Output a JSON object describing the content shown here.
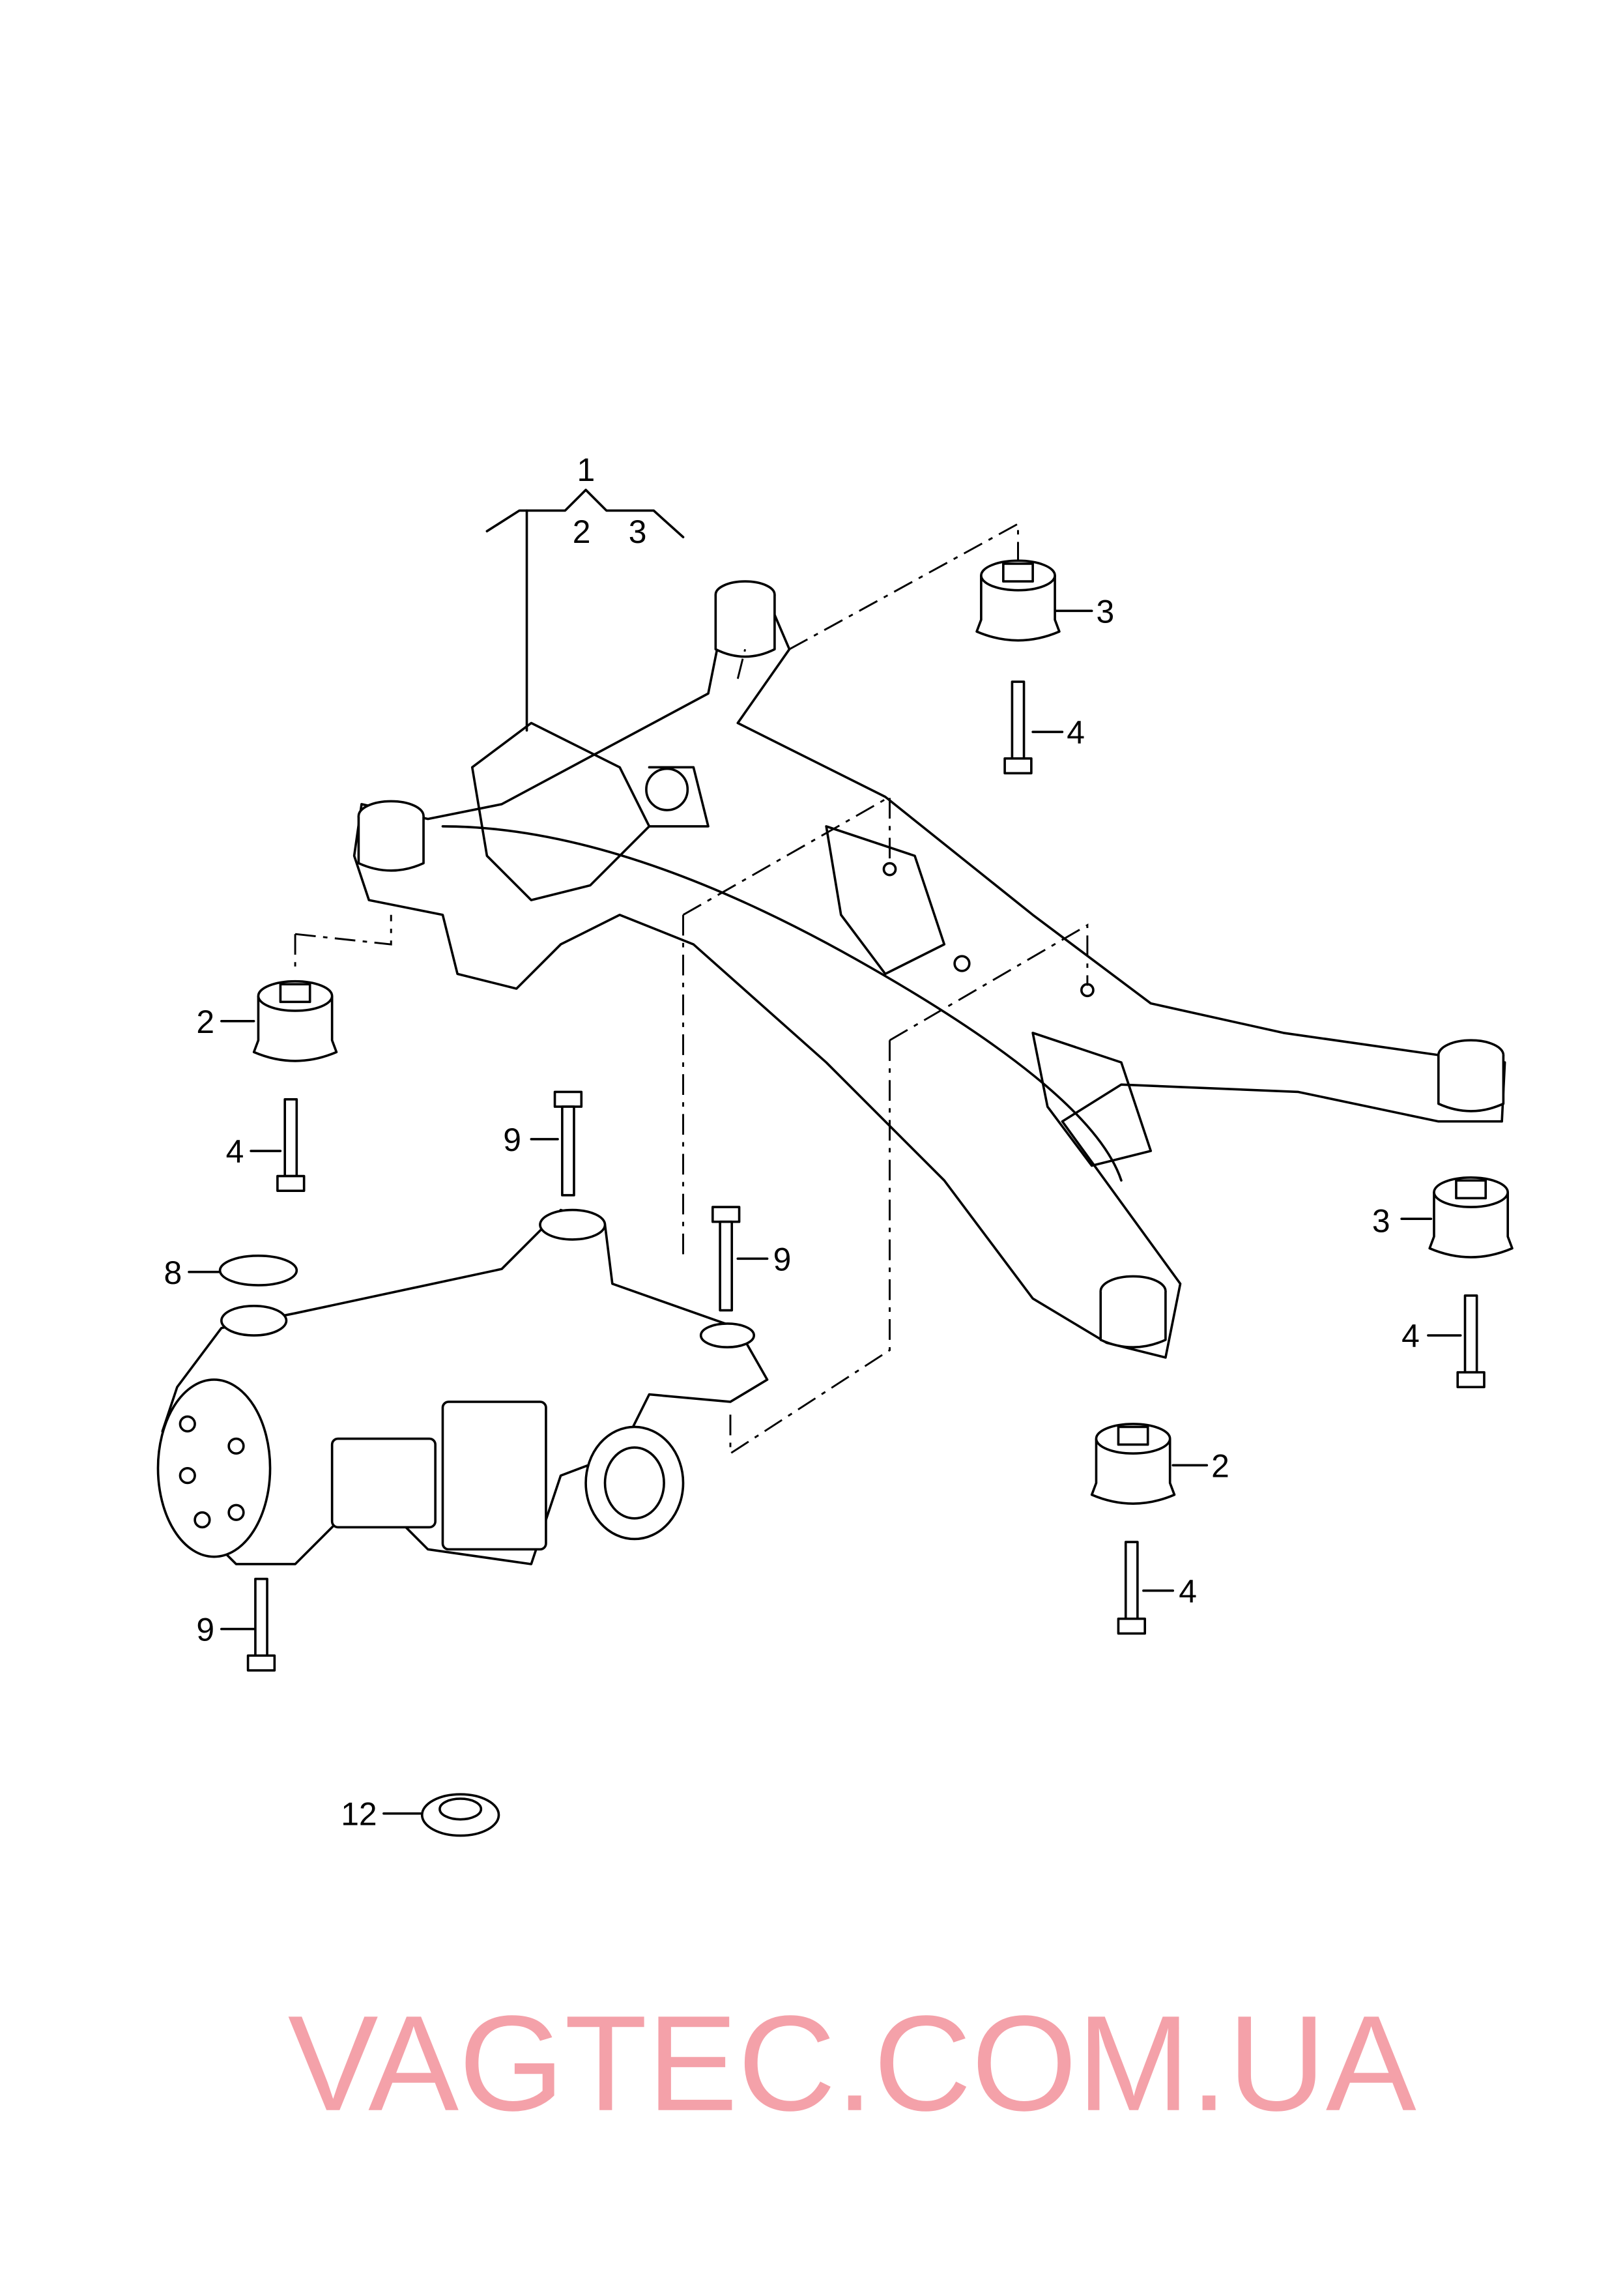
{
  "watermark": "VAGTEC.COM.UA",
  "callouts": {
    "group_1": "1",
    "group_1_sub_2": "2",
    "group_1_sub_3": "3",
    "rear_right_bushing": "3",
    "rear_right_bolt": "4",
    "front_left_bushing": "2",
    "front_left_bolt": "4",
    "diff_top_bolt": "9",
    "diff_cap": "8",
    "diff_right_bolt": "9",
    "right_bushing": "3",
    "right_bolt": "4",
    "front_right_bushing": "2",
    "front_right_bolt": "4",
    "diff_bottom_bolt": "9",
    "clip": "12"
  }
}
